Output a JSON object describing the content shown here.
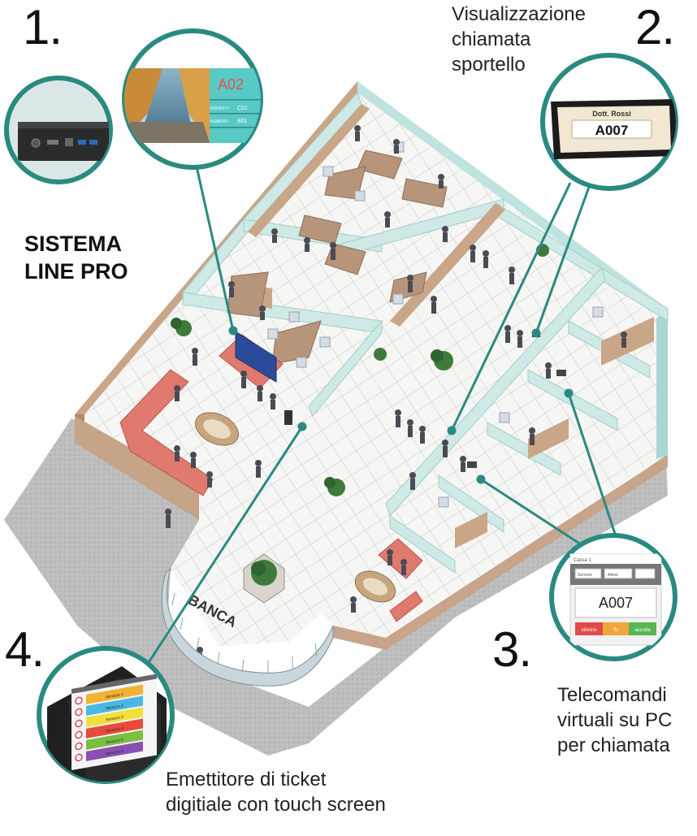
{
  "numbers": [
    "1.",
    "2.",
    "3.",
    "4."
  ],
  "system_title": {
    "line1": "SISTEMA",
    "line2": "LINE PRO"
  },
  "captions": {
    "display": "Visualizzazione\nchiamata\nsportello",
    "remote": "Telecomandi\nvirtuali su PC\nper chiamata",
    "ticket": "Emettitore di ticket\ndigitiale con touch screen"
  },
  "bank_sign": "BANCA",
  "monitor": {
    "big_number": "A02",
    "rows": [
      {
        "label": "PRIORITY",
        "value": "C01"
      },
      {
        "label": "NUMERO",
        "value": "B01"
      }
    ]
  },
  "counter_display": {
    "name": "Dott. Rossi",
    "number": "A007"
  },
  "virtual_remote": {
    "title": "Cassa 1",
    "fields": [
      "Servizio",
      "Attesi"
    ],
    "number": "A007",
    "buttons": [
      "elimina",
      "accoda"
    ]
  },
  "ticket_screen": {
    "buttons": [
      "Servizio 1",
      "Servizio 2",
      "Servizio 3",
      "Servizio 4",
      "Servizio 5",
      "Servizio 6"
    ]
  },
  "colors": {
    "teal_ring": "#2a8a80",
    "floor": "#f4f4f2",
    "wall": "#bfe3df",
    "sofa": "#e07a6e",
    "tiles_teal": "#58c9c5"
  }
}
